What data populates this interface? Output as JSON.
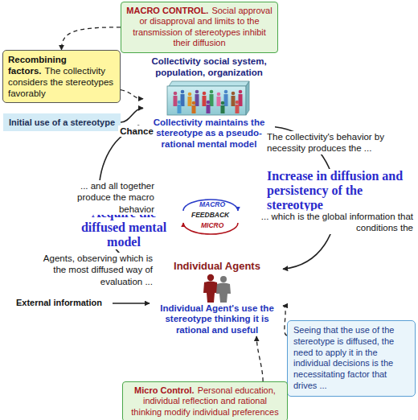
{
  "diagram": {
    "nodes": [
      {
        "text": [
          "MACRO CONTROL.",
          "Social approval or disapproval and limits to the transmission of stereotypes inhibit their diffusion"
        ]
      },
      {
        "text": [
          "Recombining factors.",
          "The collectivity considers the stereotypes favorably"
        ]
      },
      {
        "text": [
          "Initial use of a stereotype"
        ]
      },
      {
        "text": [
          "Collectivity social system, population, organization",
          "Collectivity maintains the stereotype as a pseudo-rational mental model"
        ]
      },
      {
        "text": [
          "Individual Agents",
          "Individual Agent's use the stereotype thinking it is rational and useful"
        ]
      },
      {
        "text": [
          "Seeing that the use of the stereotype is diffused, the need to apply it in the individual decisions is the necessitating factor that drives ..."
        ]
      },
      {
        "text": [
          "Micro Control.",
          "Personal education, individual reflection and rational thinking modify individual preferences"
        ]
      }
    ],
    "edges": [
      {
        "from": 0,
        "to": 1,
        "arrow": "to"
      },
      {
        "from": 1,
        "to": 3,
        "arrow": "to"
      },
      {
        "from": 2,
        "to": 3,
        "label": "Chance",
        "arrow": "to"
      },
      {
        "from": 3,
        "to": 4,
        "arrow": "to"
      },
      {
        "from": 4,
        "to": 3,
        "arrow": "to"
      },
      {
        "from": 5,
        "to": 4,
        "arrow": "to"
      },
      {
        "from": 6,
        "to": 4,
        "arrow": "to"
      }
    ],
    "labels": [
      "The collectivity's behavior by necessity produces the ...",
      "Increase in diffusion and persistency of the stereotype",
      "... which is the global information that conditions the",
      "Agents, observing which is the most diffused way of evaluation ...",
      "Acquire the diffused mental model",
      "... and all together produce the macro behavior",
      "External information",
      "MACRO",
      "FEEDBACK",
      "MICRO"
    ]
  }
}
